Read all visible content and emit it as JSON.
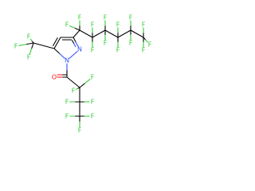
{
  "molecule": {
    "colors": {
      "carbon_bond": "#000000",
      "fluorine": "#33cc33",
      "nitrogen": "#3050f8",
      "oxygen": "#ff0d0d"
    },
    "atom_labels": {
      "F": "F",
      "N": "N",
      "O": "O"
    }
  }
}
